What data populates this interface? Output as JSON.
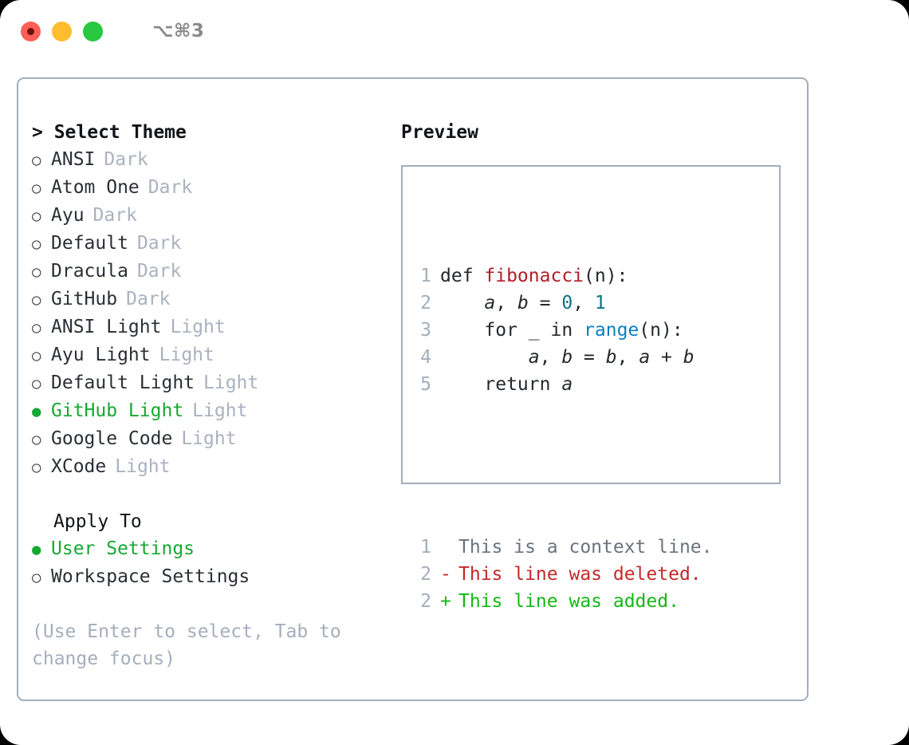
{
  "titlebar": {
    "shortcut": "⌥⌘3",
    "lights": [
      "close",
      "minimize",
      "maximize"
    ]
  },
  "left": {
    "header": "> Select Theme",
    "marker_unselected": "○",
    "marker_selected": "●",
    "themes": [
      {
        "name": "ANSI",
        "variant": "Dark",
        "selected": false
      },
      {
        "name": "Atom One",
        "variant": "Dark",
        "selected": false
      },
      {
        "name": "Ayu",
        "variant": "Dark",
        "selected": false
      },
      {
        "name": "Default",
        "variant": "Dark",
        "selected": false
      },
      {
        "name": "Dracula",
        "variant": "Dark",
        "selected": false
      },
      {
        "name": "GitHub",
        "variant": "Dark",
        "selected": false
      },
      {
        "name": "ANSI Light",
        "variant": "Light",
        "selected": false
      },
      {
        "name": "Ayu Light",
        "variant": "Light",
        "selected": false
      },
      {
        "name": "Default Light",
        "variant": "Light",
        "selected": false
      },
      {
        "name": "GitHub Light",
        "variant": "Light",
        "selected": true
      },
      {
        "name": "Google Code",
        "variant": "Light",
        "selected": false
      },
      {
        "name": "XCode",
        "variant": "Light",
        "selected": false
      }
    ],
    "apply_header": "Apply To",
    "apply_options": [
      {
        "label": "User Settings",
        "selected": true
      },
      {
        "label": "Workspace Settings",
        "selected": false
      }
    ],
    "hint": "(Use Enter to select, Tab to change focus)"
  },
  "right": {
    "title": "Preview",
    "code_lines": [
      {
        "number": "1",
        "tokens": [
          {
            "text": "def ",
            "kind": "kw"
          },
          {
            "text": "fibonacci",
            "kind": "fn"
          },
          {
            "text": "(n):",
            "kind": "plain"
          }
        ]
      },
      {
        "number": "2",
        "tokens": [
          {
            "text": "    ",
            "kind": "plain"
          },
          {
            "text": "a",
            "kind": "var"
          },
          {
            "text": ", ",
            "kind": "plain"
          },
          {
            "text": "b",
            "kind": "var"
          },
          {
            "text": " = ",
            "kind": "plain"
          },
          {
            "text": "0",
            "kind": "num"
          },
          {
            "text": ", ",
            "kind": "plain"
          },
          {
            "text": "1",
            "kind": "num"
          }
        ]
      },
      {
        "number": "3",
        "tokens": [
          {
            "text": "    for ",
            "kind": "kw"
          },
          {
            "text": "_",
            "kind": "var"
          },
          {
            "text": " in ",
            "kind": "kw"
          },
          {
            "text": "range",
            "kind": "builtin"
          },
          {
            "text": "(n):",
            "kind": "plain"
          }
        ]
      },
      {
        "number": "4",
        "tokens": [
          {
            "text": "        ",
            "kind": "plain"
          },
          {
            "text": "a",
            "kind": "var"
          },
          {
            "text": ", ",
            "kind": "plain"
          },
          {
            "text": "b",
            "kind": "var"
          },
          {
            "text": " = ",
            "kind": "plain"
          },
          {
            "text": "b",
            "kind": "var"
          },
          {
            "text": ", ",
            "kind": "plain"
          },
          {
            "text": "a",
            "kind": "var"
          },
          {
            "text": " + ",
            "kind": "plain"
          },
          {
            "text": "b",
            "kind": "var"
          }
        ]
      },
      {
        "number": "5",
        "tokens": [
          {
            "text": "    return ",
            "kind": "kw"
          },
          {
            "text": "a",
            "kind": "var"
          }
        ]
      }
    ],
    "diff_lines": [
      {
        "number": "1",
        "sign": " ",
        "text": "This is a context line.",
        "kind": "ctx"
      },
      {
        "number": "2",
        "sign": "-",
        "text": "This line was deleted.",
        "kind": "del"
      },
      {
        "number": "2",
        "sign": "+",
        "text": "This line was added.",
        "kind": "add"
      }
    ]
  },
  "colors": {
    "accent_green": "#16a831",
    "border": "#a3aebc",
    "muted": "#aab2be",
    "fn_red": "#b31d28",
    "num_teal": "#0b7285",
    "builtin_blue": "#0a7fc2",
    "diff_del": "#c62828",
    "diff_add": "#14b814",
    "light_red": "#ff5f57",
    "light_yellow": "#ffbd2e",
    "light_green": "#28c840"
  }
}
